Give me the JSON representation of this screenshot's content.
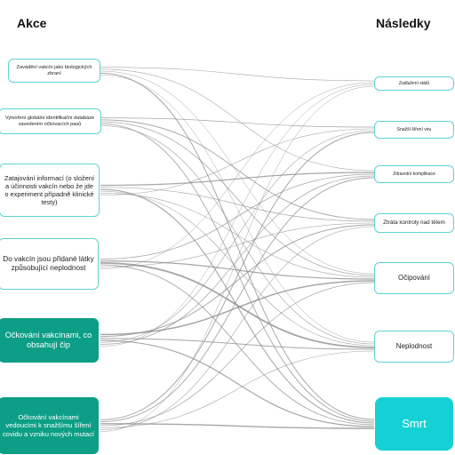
{
  "diagram": {
    "left_title": "Akce",
    "right_title": "Následky",
    "actions": [
      {
        "id": "a1",
        "label": "Zavádění vakcín jako biologických zbraní"
      },
      {
        "id": "a2",
        "label": "Vytvoření globální identifikační databáze zavedením očkovacích pasů"
      },
      {
        "id": "a3",
        "label": "Zatajování informací (o složení a účinnosti vakcín nebo že jde o experiment případně klinické testy)"
      },
      {
        "id": "a4",
        "label": "Do vakcín jsou přidané látky způsobující neplodnost"
      },
      {
        "id": "a5",
        "label": "Očkování vakcínami, co obsahují čip"
      },
      {
        "id": "a6",
        "label": "Očkování vakcínami vedoucími k snažšímu šíření covidu a vzniku nových mutací"
      }
    ],
    "consequences": [
      {
        "id": "c1",
        "label": "Zadlužení států"
      },
      {
        "id": "c2",
        "label": "Snažší šíření viru"
      },
      {
        "id": "c3",
        "label": "Zdravotní komplikace"
      },
      {
        "id": "c4",
        "label": "Ztráta kontroly nad tělem"
      },
      {
        "id": "c5",
        "label": "Očipování"
      },
      {
        "id": "c6",
        "label": "Neplodnost"
      },
      {
        "id": "c7",
        "label": "Smrt"
      }
    ],
    "colors": {
      "border": "#5fd3cf",
      "action_highlight": "#0c9e86",
      "consequence_highlight": "#14d1d6",
      "link": "#8a8a8a"
    }
  }
}
